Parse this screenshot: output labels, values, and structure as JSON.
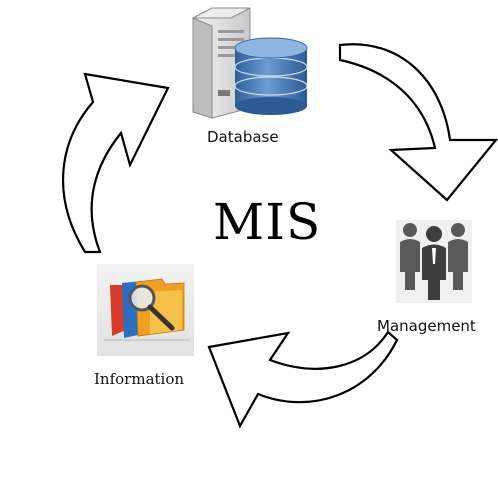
{
  "diagram": {
    "center_title": "MIS",
    "nodes": [
      {
        "id": "database",
        "label": "Database",
        "icon": "database-server-icon"
      },
      {
        "id": "management",
        "label": "Management",
        "icon": "people-group-icon"
      },
      {
        "id": "information",
        "label": "Information",
        "icon": "folders-magnifier-icon"
      }
    ],
    "cycle": [
      "Database",
      "Management",
      "Information",
      "Database"
    ],
    "colors": {
      "arrow_fill": "#ffffff",
      "arrow_stroke": "#000000",
      "database_blue": "#4a78b0",
      "server_gray": "#dcdcdc",
      "people_gray": "#555555",
      "folder_orange": "#f0a020",
      "folder_red": "#d83a2a",
      "folder_blue": "#2a6fc0"
    }
  }
}
